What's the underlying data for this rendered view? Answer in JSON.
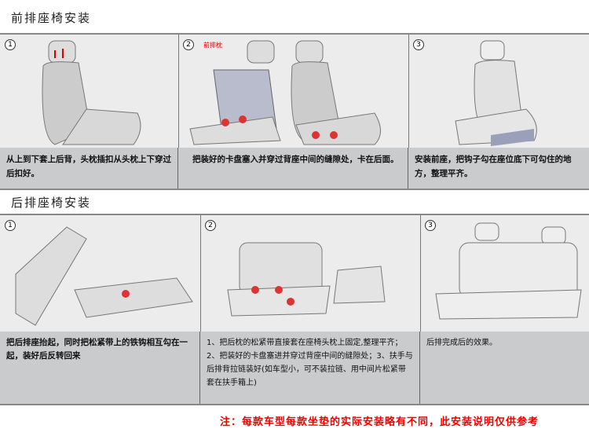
{
  "front": {
    "title": "前排座椅安装",
    "steps": [
      {
        "num": "1",
        "text": "从上到下套上后背，头枕插扣从头枕上下穿过后扣好。"
      },
      {
        "num": "2",
        "label": "前排枕",
        "text": "把装好的卡盘塞入并穿过背座中间的缝隙处，卡在后面。"
      },
      {
        "num": "3",
        "text": "安装前座，把钩子勾在座位底下可勾住的地方，整理平齐。"
      }
    ]
  },
  "rear": {
    "title": "后排座椅安装",
    "steps": [
      {
        "num": "1",
        "text": "把后排座抬起，同时把松紧带上的铁钩相互勾在一起，装好后反转回来"
      },
      {
        "num": "2",
        "text": "1、把后枕的松紧带直接套在座椅头枕上固定,整理平齐；2、把装好的卡盘塞进并穿过背座中间的缝隙处；3、扶手与后排背拉链装好(如车型小，可不装拉链、用中间片松紧带套在扶手箱上)"
      },
      {
        "num": "3",
        "text": "后排完成后的效果。"
      }
    ]
  },
  "note": "注：每款车型每款坐垫的实际安装略有不同，此安装说明仅供参考"
}
